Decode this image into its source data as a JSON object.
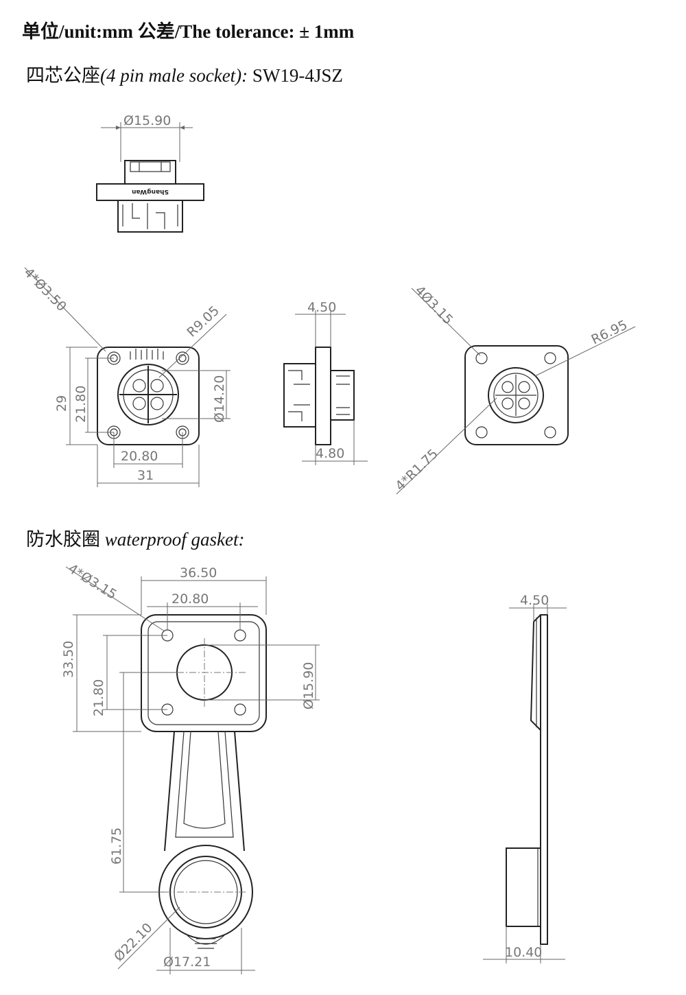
{
  "header": {
    "unit_line": "单位/unit:mm  公差/The tolerance: ± 1mm",
    "product_cn": "四芯公座",
    "product_en": "(4 pin male socket):",
    "product_model": "SW19-4JSZ",
    "gasket_cn": "防水胶圈",
    "gasket_en": "waterproof gasket:"
  },
  "socket_top_view": {
    "diameter": "Ø15.90",
    "brand_label": "ShangWan"
  },
  "socket_front_view": {
    "hole_callout": "4*Ø3.50",
    "radius": "R9.05",
    "height_outer": "29",
    "height_inner": "21.80",
    "diameter": "Ø14.20",
    "width_inner": "20.80",
    "width_outer": "31"
  },
  "socket_side_view": {
    "flange_thickness": "4.50",
    "thread_offset": "4.80"
  },
  "socket_rear_view": {
    "hole_callout": "4Ø3.15",
    "radius": "R6.95",
    "corner_radius": "4*R1.75"
  },
  "gasket_front_view": {
    "hole_callout": "4*Ø3.15",
    "width_outer": "36.50",
    "width_inner": "20.80",
    "height_outer": "33.50",
    "height_inner": "21.80",
    "center_hole": "Ø15.90",
    "tail_length": "61.75",
    "ring_outer": "Ø22.10",
    "ring_inner": "Ø17.21"
  },
  "gasket_side_view": {
    "thickness": "4.50",
    "cap_width": "10.40"
  }
}
